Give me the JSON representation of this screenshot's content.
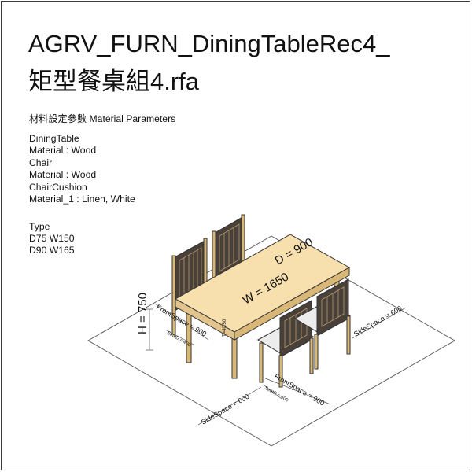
{
  "title_line1": "AGRV_FURN_DiningTableRec4_",
  "title_line2": "矩型餐桌組4.rfa",
  "params_heading": "材料設定參數 Material Parameters",
  "materials": [
    {
      "label": "DiningTable"
    },
    {
      "label": "Material :  Wood"
    },
    {
      "label": "Chair"
    },
    {
      "label": "Material :  Wood"
    },
    {
      "label": "ChairCushion"
    },
    {
      "label": "Material_1 :  Linen, White"
    }
  ],
  "type_heading": "Type",
  "types": [
    "D75 W150",
    "D90 W165"
  ],
  "dimensions": {
    "depth": "D = 900",
    "width": "W = 1650",
    "height": "H = 750",
    "front_space_left": "FrontSpace = 900",
    "front_space_bottom": "FrontSpace = 900",
    "side_space_right": "SideSpace = 600",
    "side_space_bottom": "SideSpace = 600",
    "seat_d_left": "SeatD = 400",
    "seat_d_bottom": "SeatD = 400",
    "tabletop_h": "T=40/50"
  },
  "colors": {
    "table_top": "#f7dfae",
    "wood": "#d9b877",
    "chair_dark": "#4a403a",
    "cushion": "#ececec"
  }
}
